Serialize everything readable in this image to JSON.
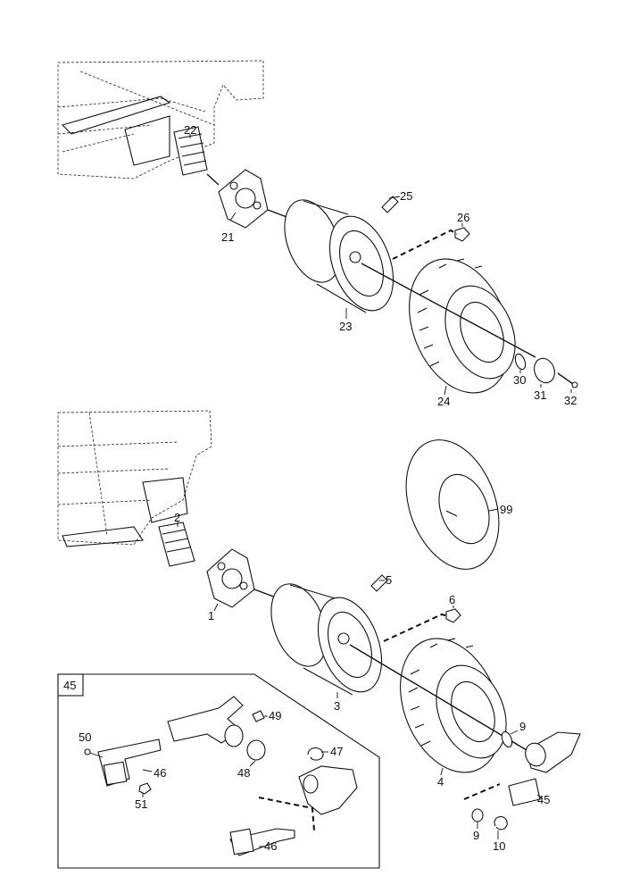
{
  "labels": {
    "p1": "1",
    "p2": "2",
    "p3": "3",
    "p4": "4",
    "p5": "5",
    "p6": "6",
    "p9a": "9",
    "p9b": "9",
    "p10": "10",
    "p21": "21",
    "p22": "22",
    "p23": "23",
    "p24": "24",
    "p25": "25",
    "p26": "26",
    "p30": "30",
    "p31": "31",
    "p32": "32",
    "p45box": "45",
    "p45": "45",
    "p46a": "46",
    "p46b": "46",
    "p47": "47",
    "p48": "48",
    "p49": "49",
    "p50": "50",
    "p51": "51",
    "p99": "99"
  },
  "colors": {
    "ink": "#111111",
    "background": "#ffffff"
  }
}
